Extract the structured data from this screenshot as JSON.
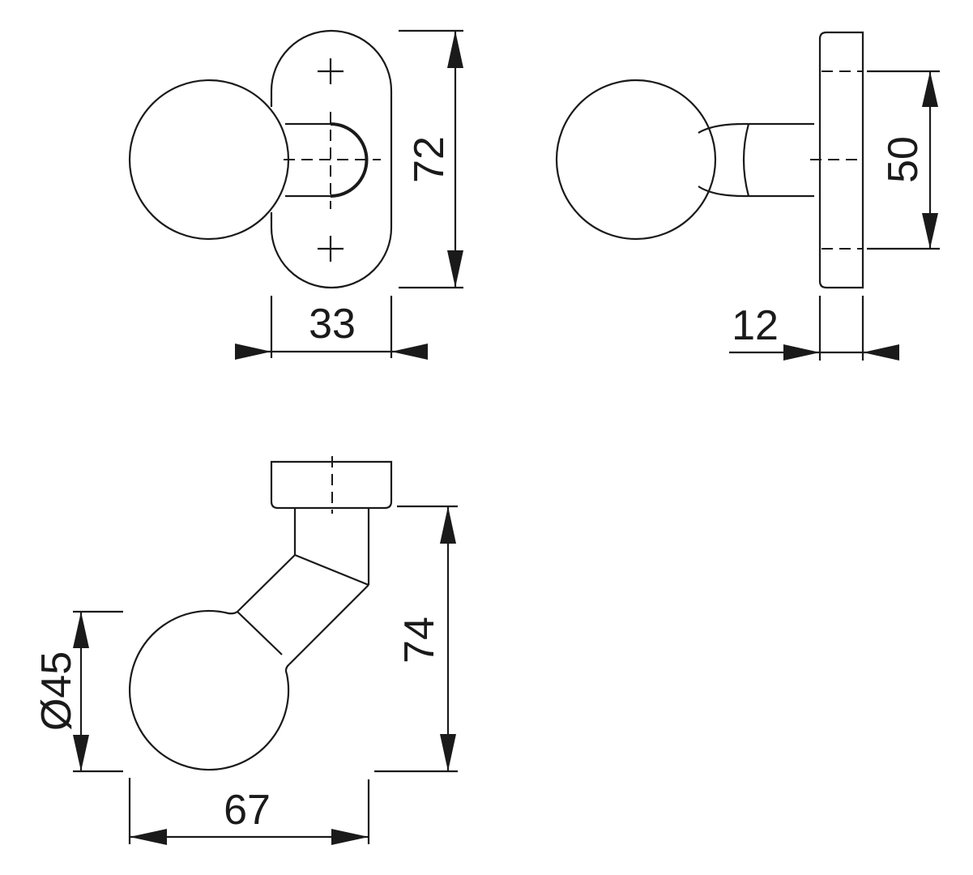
{
  "views": {
    "front": {
      "height_label": "72",
      "width_label": "33"
    },
    "side": {
      "hole_spacing_label": "50",
      "rose_thickness_label": "12"
    },
    "top": {
      "diameter_label": "Ø45",
      "depth_label": "74",
      "width_label": "67"
    }
  }
}
